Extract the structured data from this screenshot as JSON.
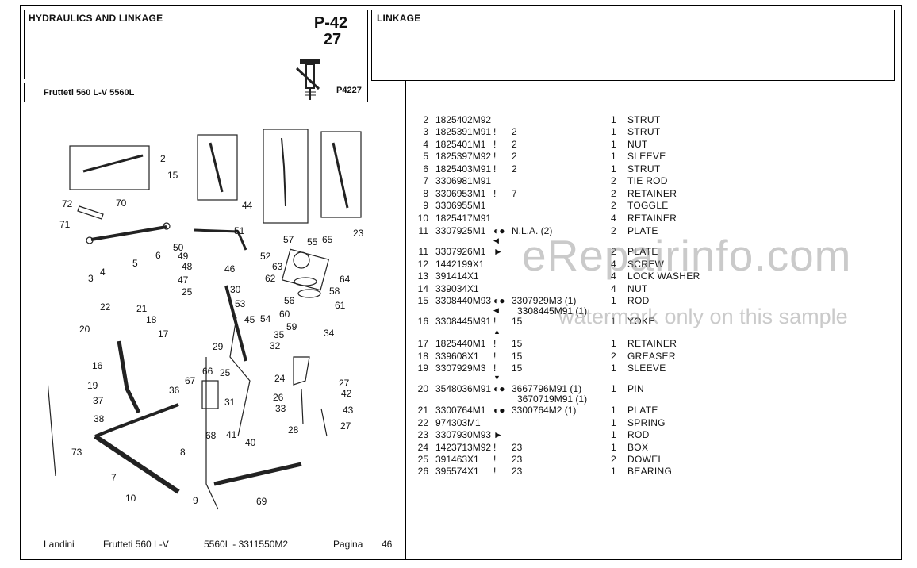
{
  "header": {
    "section_title": "HYDRAULICS AND LINKAGE",
    "model": "Frutteti 560 L-V  5560L",
    "page_code": "P-42",
    "page_sub": "27",
    "plate_code": "P4227",
    "group_title": "LINKAGE"
  },
  "parts": [
    {
      "idx": "2",
      "part": "1825402M92",
      "mark": "",
      "note": "",
      "qty": "1",
      "desc": "STRUT"
    },
    {
      "idx": "3",
      "part": "1825391M91",
      "mark": "!",
      "note": "2",
      "qty": "1",
      "desc": "STRUT"
    },
    {
      "idx": "4",
      "part": "1825401M1",
      "mark": "!",
      "note": "2",
      "qty": "1",
      "desc": "NUT"
    },
    {
      "idx": "5",
      "part": "1825397M92",
      "mark": "!",
      "note": "2",
      "qty": "1",
      "desc": "SLEEVE"
    },
    {
      "idx": "6",
      "part": "1825403M91",
      "mark": "!",
      "note": "2",
      "qty": "1",
      "desc": "STRUT"
    },
    {
      "idx": "7",
      "part": "3306981M91",
      "mark": "",
      "note": "",
      "qty": "2",
      "desc": "TIE ROD"
    },
    {
      "idx": "8",
      "part": "3306953M1",
      "mark": "!",
      "note": "7",
      "qty": "2",
      "desc": "RETAINER"
    },
    {
      "idx": "9",
      "part": "3306955M1",
      "mark": "",
      "note": "",
      "qty": "2",
      "desc": "TOGGLE"
    },
    {
      "idx": "10",
      "part": "1825417M91",
      "mark": "",
      "note": "",
      "qty": "4",
      "desc": "RETAINER"
    },
    {
      "idx": "11",
      "part": "3307925M1",
      "mark": "◐●",
      "note": "N.L.A.  (2)",
      "qty": "2",
      "desc": "PLATE"
    },
    {
      "idx": "11",
      "part": "3307926M1",
      "mark": "►",
      "note": "",
      "qty": "2",
      "desc": "PLATE"
    },
    {
      "idx": "12",
      "part": "1442199X1",
      "mark": "",
      "note": "",
      "qty": "4",
      "desc": "SCREW"
    },
    {
      "idx": "13",
      "part": "391414X1",
      "mark": "",
      "note": "",
      "qty": "4",
      "desc": "LOCK WASHER"
    },
    {
      "idx": "14",
      "part": "339034X1",
      "mark": "",
      "note": "",
      "qty": "4",
      "desc": "NUT"
    },
    {
      "idx": "15",
      "part": "3308440M93",
      "mark": "◐●",
      "note": "3307929M3  (1)",
      "qty": "1",
      "desc": "ROD"
    },
    {
      "idx": "16",
      "part": "3308445M91",
      "mark": "!",
      "note": "15",
      "qty": "1",
      "desc": "YOKE"
    },
    {
      "idx": "17",
      "part": "1825440M1",
      "mark": "!",
      "note": "15",
      "qty": "1",
      "desc": "RETAINER"
    },
    {
      "idx": "18",
      "part": "339608X1",
      "mark": "!",
      "note": "15",
      "qty": "2",
      "desc": "GREASER"
    },
    {
      "idx": "19",
      "part": "3307929M3",
      "mark": "!",
      "note": "15",
      "qty": "1",
      "desc": "SLEEVE"
    },
    {
      "idx": "20",
      "part": "3548036M91",
      "mark": "◐●",
      "note": "3667796M91  (1)",
      "qty": "1",
      "desc": "PIN"
    },
    {
      "idx": "21",
      "part": "3300764M1",
      "mark": "◐●",
      "note": "3300764M2  (1)",
      "qty": "1",
      "desc": "PLATE"
    },
    {
      "idx": "22",
      "part": "974303M1",
      "mark": "",
      "note": "",
      "qty": "1",
      "desc": "SPRING"
    },
    {
      "idx": "23",
      "part": "3307930M93",
      "mark": "►",
      "note": "",
      "qty": "1",
      "desc": "ROD"
    },
    {
      "idx": "24",
      "part": "1423713M92",
      "mark": "!",
      "note": "23",
      "qty": "1",
      "desc": "BOX"
    },
    {
      "idx": "25",
      "part": "391463X1",
      "mark": "!",
      "note": "23",
      "qty": "2",
      "desc": "DOWEL"
    },
    {
      "idx": "26",
      "part": "395574X1",
      "mark": "!",
      "note": "23",
      "qty": "1",
      "desc": "BEARING"
    }
  ],
  "sublines": {
    "row15_extra": "3308445M91  (1)",
    "row20_extra": "3670719M91  (1)"
  },
  "callouts": [
    "2",
    "15",
    "44",
    "23",
    "72",
    "70",
    "71",
    "3",
    "4",
    "5",
    "6",
    "50",
    "49",
    "48",
    "47",
    "25",
    "51",
    "46",
    "52",
    "30",
    "53",
    "45",
    "54",
    "57",
    "55",
    "65",
    "63",
    "62",
    "64",
    "58",
    "56",
    "60",
    "61",
    "59",
    "35",
    "34",
    "32",
    "22",
    "21",
    "20",
    "18",
    "17",
    "16",
    "19",
    "37",
    "38",
    "36",
    "67",
    "66",
    "29",
    "25",
    "24",
    "27",
    "42",
    "26",
    "33",
    "43",
    "27",
    "28",
    "31",
    "41",
    "40",
    "68",
    "73",
    "8",
    "7",
    "10",
    "9",
    "69"
  ],
  "footer": {
    "brand": "Landini",
    "model": "Frutteti 560 L-V",
    "code": "5560L - 3311550M2",
    "page_label": "Pagina",
    "page_num": "46"
  },
  "watermark": {
    "main": "eRepairinfo.com",
    "sub": "watermark only on this sample"
  }
}
